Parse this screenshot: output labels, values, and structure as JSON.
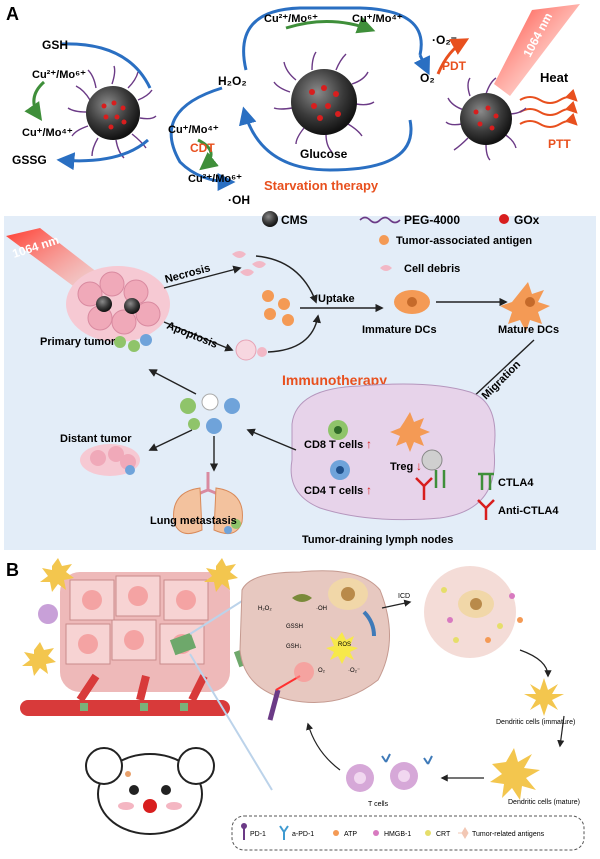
{
  "panelA": {
    "label": "A",
    "gsh": "GSH",
    "gssg": "GSSG",
    "cu2_mo6_a": "Cu²⁺/Mo⁶⁺",
    "cu1_mo4_a": "Cu⁺/Mo⁴⁺",
    "h2o2": "H₂O₂",
    "cu1_mo4_b": "Cu⁺/Mo⁴⁺",
    "cdt": "CDT",
    "cu2_mo6_b": "Cu²⁺/Mo⁶⁺",
    "oh": "·OH",
    "top_cu2_mo6": "Cu²⁺/Mo⁶⁺",
    "top_cu1_mo4": "Cu⁺/Mo⁴⁺",
    "glucose": "Glucose",
    "starvation": "Starvation therapy",
    "o2_radical": "·O₂⁻",
    "pdt": "PDT",
    "o2": "O₂",
    "laser": "1064 nm",
    "heat": "Heat",
    "ptt": "PTT",
    "legend_cms": "CMS",
    "legend_peg": "PEG-4000",
    "legend_gox": "GOx",
    "laser2": "1064 nm",
    "necrosis": "Necrosis",
    "apoptosis": "Apoptosis",
    "taa": "Tumor-associated antigen",
    "debris": "Cell debris",
    "uptake": "Uptake",
    "immature": "Immature DCs",
    "mature": "Mature DCs",
    "primary": "Primary tumor",
    "immunotherapy": "Immunotherapy",
    "migration": "Migration",
    "distant": "Distant tumor",
    "lung": "Lung metastasis",
    "cd8": "CD8 T cells",
    "cd4": "CD4 T cells",
    "treg": "Treg",
    "ctla4": "CTLA4",
    "anti_ctla4": "Anti-CTLA4",
    "lymph": "Tumor-draining lymph nodes"
  },
  "panelB": {
    "label": "B",
    "h2o2": "H₂O₂",
    "oh": "·OH",
    "gssh": "GSSH",
    "gsh": "GSH↓",
    "ros": "ROS",
    "o2": "O₂",
    "o2_rad": "·O₂⁻",
    "icd": "ICD",
    "dc_immature": "Dendritic cells (immature)",
    "dc_mature": "Dendritic cells (mature)",
    "tcells": "T cells",
    "legend": [
      "PD-1",
      "a-PD-1",
      "ATP",
      "HMGB-1",
      "CRT",
      "Tumor-related antigens"
    ]
  },
  "colors": {
    "red": "#e8501e",
    "blue": "#2a6fc2",
    "green": "#3f8f3a",
    "purple": "#6b3a86",
    "panel_bg": "#e3edf8"
  }
}
